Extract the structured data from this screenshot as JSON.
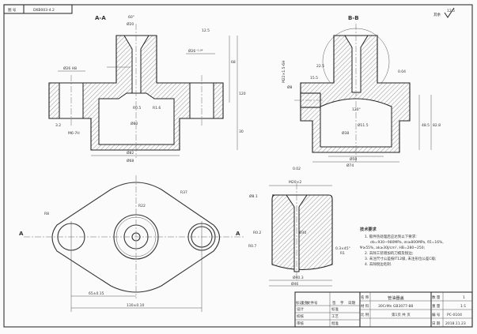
{
  "drawing_no_box": {
    "label": "图 号",
    "value": "DKB003-4.2"
  },
  "views": {
    "section_aa": {
      "title": "A-A",
      "dims": [
        "Ø20",
        "60°",
        "Ø26⁻⁰·⁰⁴",
        "Ø26 H8",
        "Ø80",
        "Ø68",
        "R0.5",
        "R1.6",
        "M6-7H",
        "68",
        "30",
        "120",
        "Ø82",
        "12.5",
        "3.2"
      ]
    },
    "section_bb": {
      "title": "B-B",
      "dims": [
        "M22×1.5-6H",
        "22.5",
        "15.5",
        "Ø8",
        "Ø50",
        "Ø74",
        "120°",
        "48.5",
        "82.8",
        "Ø11.5",
        "Ø38",
        "0.04",
        "0.02"
      ]
    },
    "plan_view": {
      "section_mark": "A",
      "dims": [
        "R8",
        "R22",
        "R37",
        "65±0.15",
        "130±0.10"
      ]
    },
    "part_view": {
      "dims": [
        "M20×2",
        "Ø8.1",
        "R0.2",
        "R0.7",
        "Ø30",
        "Ø40.3",
        "Ø46",
        "0.3×45°",
        "R1"
      ]
    }
  },
  "roughness_note": {
    "label": "其余",
    "value": "12.5"
  },
  "tech_requirements": {
    "title": "技术要求",
    "lines": [
      "1. 锻件热处理后应达到以下要求:",
      "σb=930~980MPa, σs≥800MPa, δ5=16%,",
      "Ψ≥55%, ak≥30J/cm², HB=280~250;",
      "2. 去除工装增加的刀痕及锐边;",
      "3. 未注尺寸公差按IT12级, 未注形位公差C级;",
      "4. 去除锐边毛刺."
    ]
  },
  "title_block": {
    "name_label": "名 称",
    "name": "管油器盖",
    "material_label": "材 料",
    "material": "30CrMn GB3077-88",
    "scale_label": "比 例",
    "sheet": "第1页 共 页",
    "qty_label": "数 量",
    "qty": "1",
    "weight_label": "重 量",
    "weight": "1:1",
    "code_label": "编 号",
    "code": "PC-0104",
    "date_label": "日 期",
    "date": "2018.11.23",
    "rev_headers": [
      "标记",
      "处数",
      "文件号",
      "签",
      "字",
      "日期"
    ],
    "roles": [
      "设计",
      "校核",
      "审核"
    ],
    "role_cols": [
      "标准",
      "工艺",
      "批准"
    ]
  }
}
